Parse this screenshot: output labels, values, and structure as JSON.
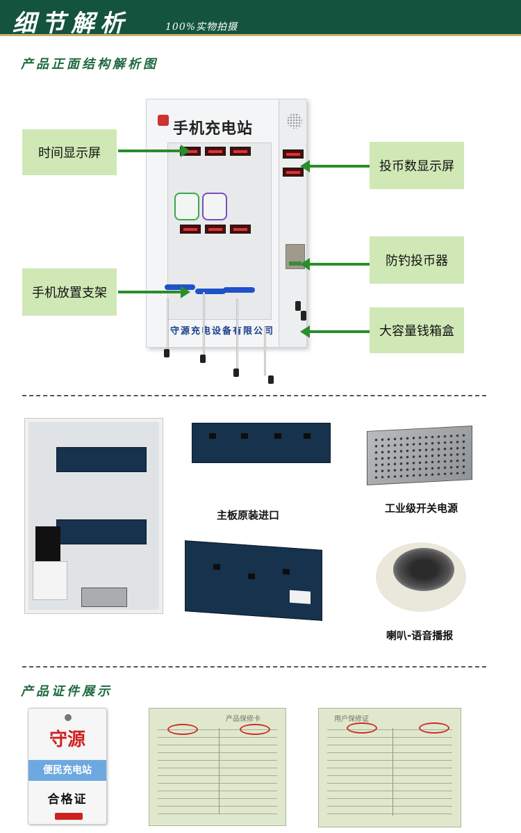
{
  "header": {
    "title": "细节解析",
    "subtitle": "100%实物拍摄"
  },
  "section_front": {
    "title": "产品正面结构解析图",
    "machine": {
      "title": "手机充电站",
      "company": "守源充电设备有限公司"
    },
    "labels": {
      "time_display": "时间显示屏",
      "phone_stand": "手机放置支架",
      "coin_display": "投币数显示屏",
      "anti_fishing_coin": "防钓投币器",
      "cash_box": "大容量钱箱盒"
    }
  },
  "section_parts": {
    "captions": {
      "mainboard": "主板原装进口",
      "power_supply": "工业级开关电源",
      "speaker": "喇叭-语音播报"
    }
  },
  "section_certs": {
    "title": "产品证件展示",
    "tag": {
      "brand": "守源",
      "subtitle": "便民充电站",
      "cert_name": "合格证"
    },
    "card1_head": "产品保修卡",
    "card2_head": "用户保修证"
  },
  "colors": {
    "header_bg": "#14543e",
    "accent_gold": "#c9b26e",
    "section_title": "#1f6a3e",
    "label_bg": "#cfe8b5",
    "arrow": "#2b8d2b"
  }
}
